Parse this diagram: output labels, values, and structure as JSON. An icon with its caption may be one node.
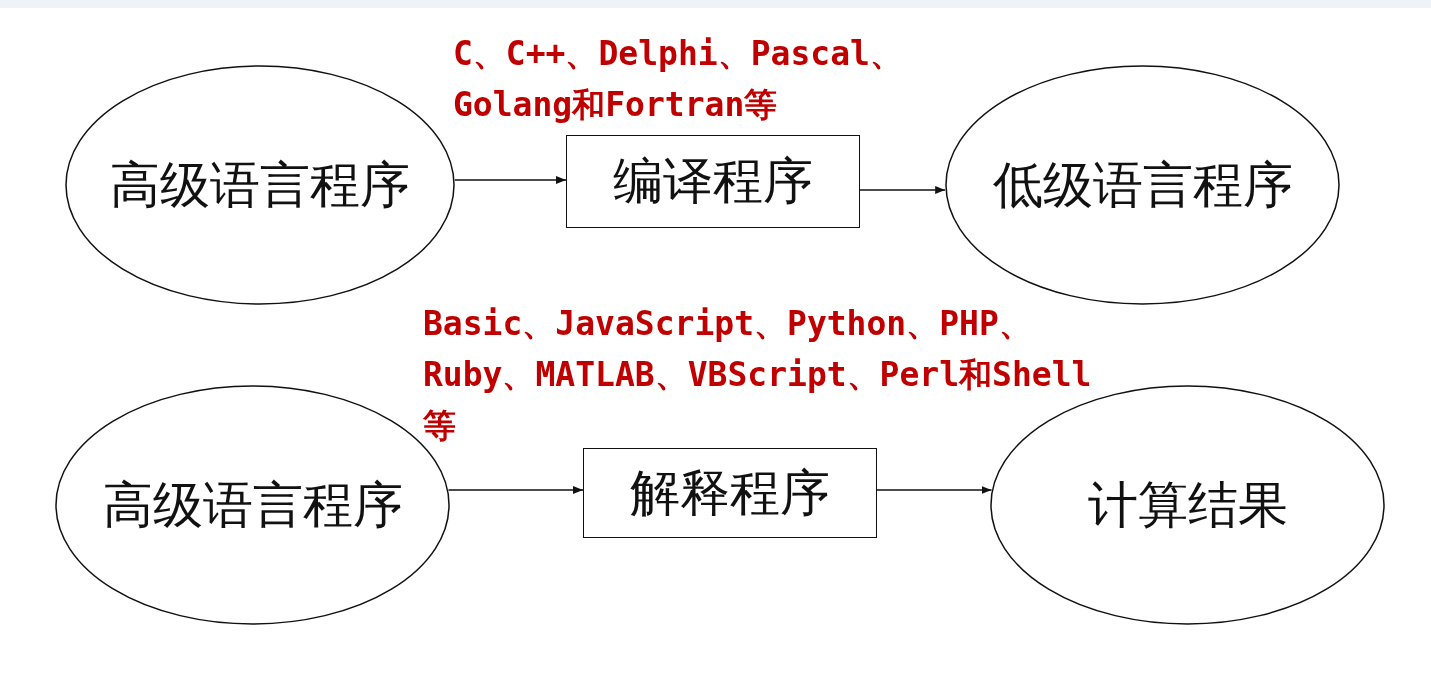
{
  "diagram": {
    "nodes": [
      {
        "text": [
          "高级语言程序"
        ]
      },
      {
        "text": [
          "编译程序"
        ]
      },
      {
        "text": [
          "低级语言程序"
        ]
      },
      {
        "text": [
          "高级语言程序"
        ]
      },
      {
        "text": [
          "解释程序"
        ]
      },
      {
        "text": [
          "计算结果"
        ]
      }
    ],
    "edges": [
      {
        "from": 0,
        "to": 1,
        "arrow": "to"
      },
      {
        "from": 1,
        "to": 2,
        "arrow": "to"
      },
      {
        "from": 3,
        "to": 4,
        "arrow": "to"
      },
      {
        "from": 4,
        "to": 5,
        "arrow": "to"
      }
    ],
    "labels": [
      "C、C++、Delphi、Pascal、Golang和Fortran等",
      "Basic、JavaScript、Python、PHP、Ruby、MATLAB、VBScript、Perl和Shell等"
    ]
  }
}
